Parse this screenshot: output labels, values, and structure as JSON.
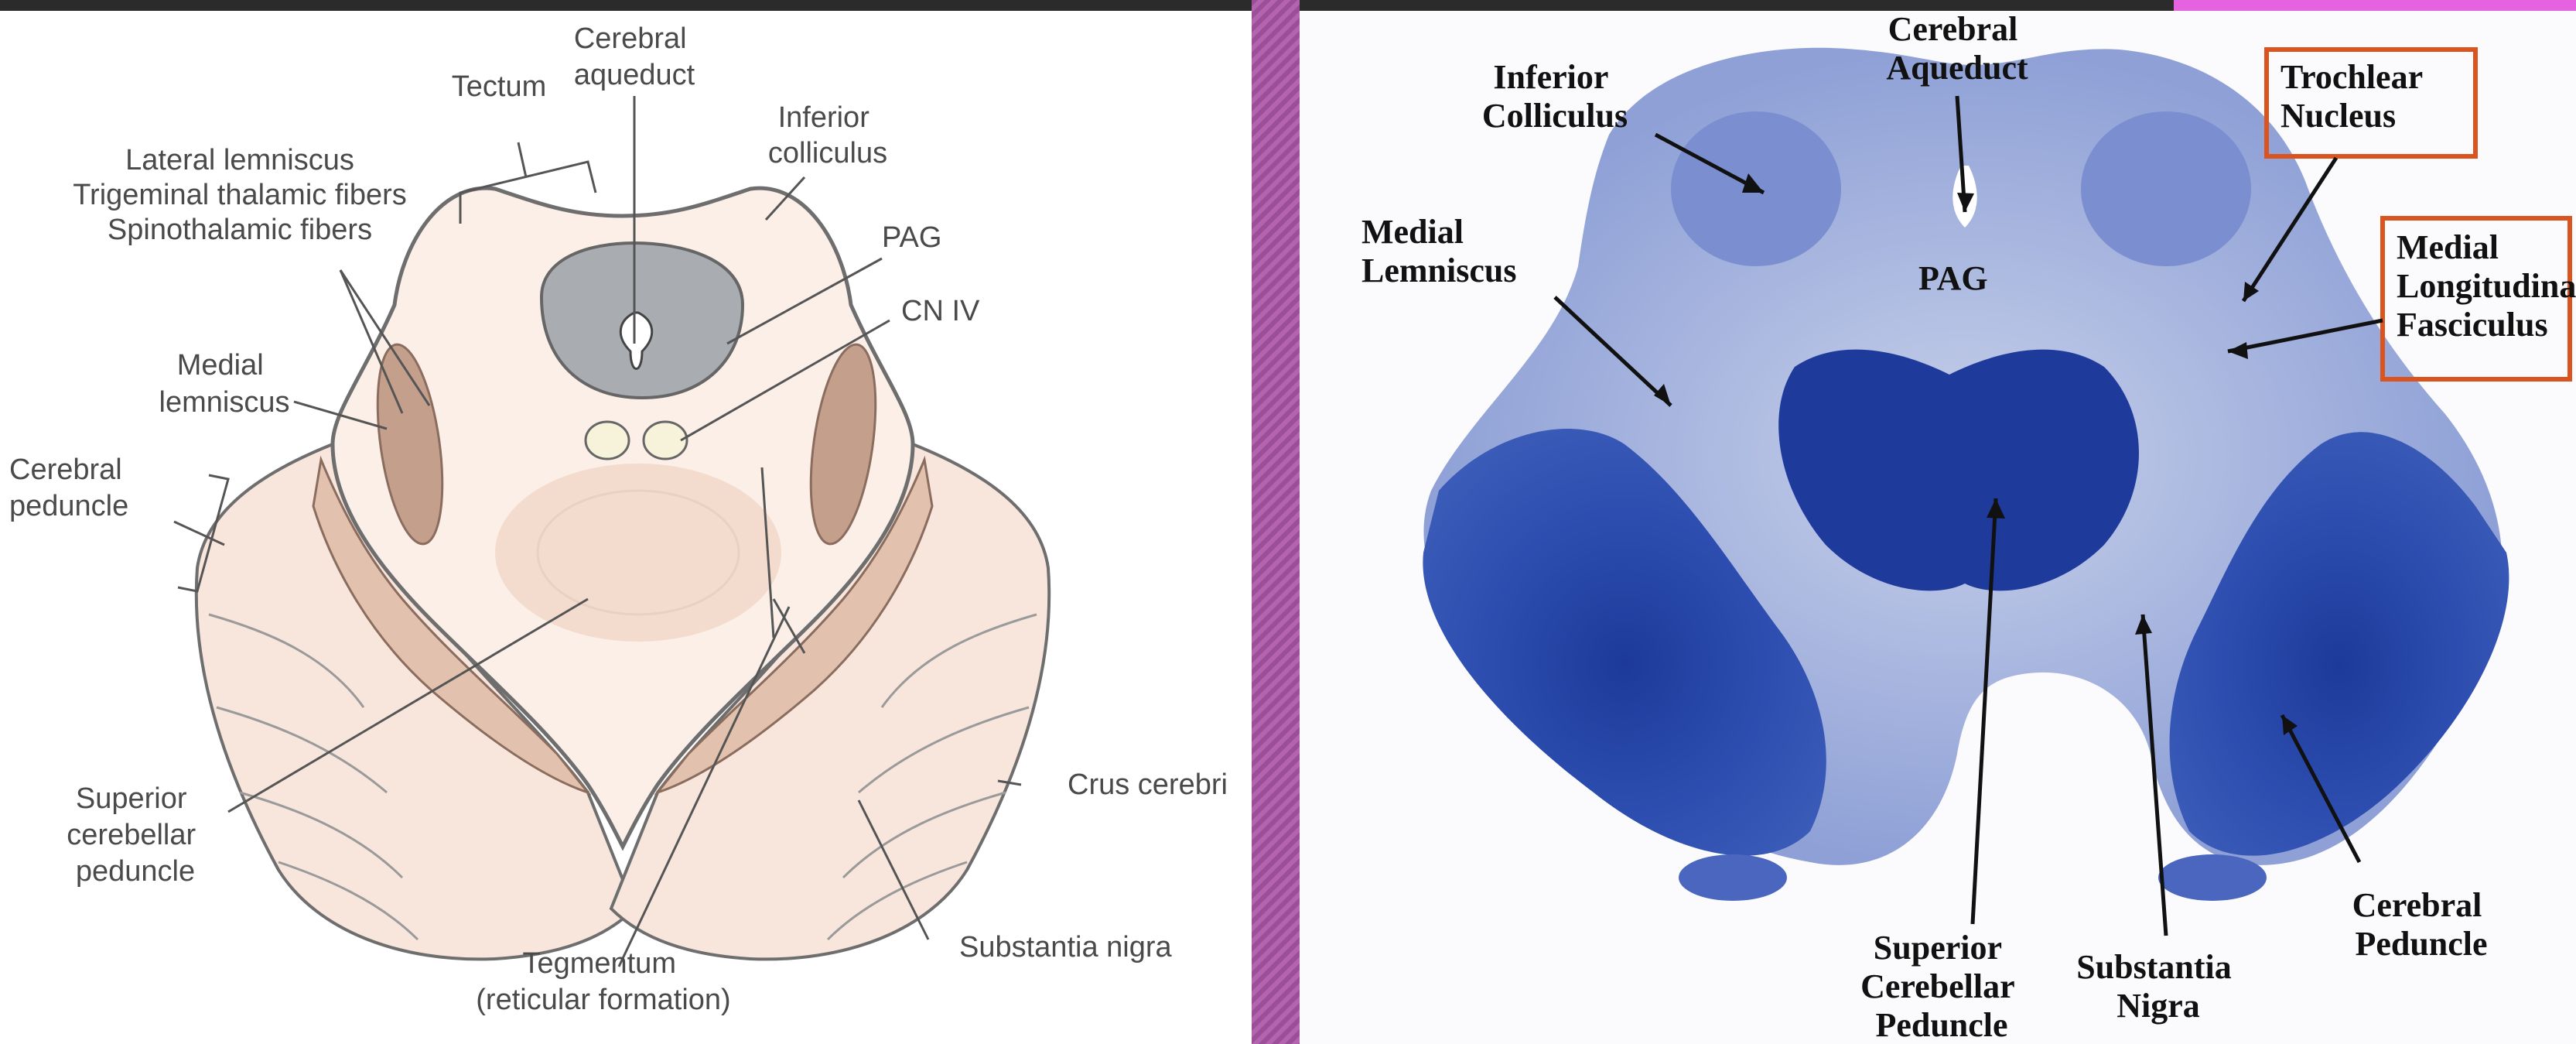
{
  "left_diagram": {
    "labels": {
      "cerebral_aqueduct": [
        "Cerebral",
        "aqueduct"
      ],
      "tectum": "Tectum",
      "inferior_colliculus": [
        "Inferior",
        "colliculus"
      ],
      "lateral_lemniscus": "Lateral lemniscus",
      "trigeminal": "Trigeminal thalamic fibers",
      "spinothalamic": "Spinothalamic fibers",
      "pag": "PAG",
      "cn_iv": "CN IV",
      "medial_lemniscus": [
        "Medial",
        "lemniscus"
      ],
      "cerebral_peduncle": [
        "Cerebral",
        "peduncle"
      ],
      "superior_cerebellar_peduncle": [
        "Superior",
        "cerebellar",
        "peduncle"
      ],
      "crus_cerebri": "Crus cerebri",
      "tegmentum": [
        "Tegmentum",
        "(reticular formation)"
      ],
      "substantia_nigra": "Substantia nigra"
    }
  },
  "right_image": {
    "labels": {
      "cerebral_aqueduct": [
        "Cerebral",
        "Aqueduct"
      ],
      "inferior_colliculus": [
        "Inferior",
        "Colliculus"
      ],
      "trochlear_nucleus": [
        "Trochlear",
        "Nucleus"
      ],
      "medial_lemniscus": [
        "Medial",
        "Lemniscus"
      ],
      "pag": "PAG",
      "mlf": [
        "Medial",
        "Longitudinal",
        "Fasciculus"
      ],
      "superior_cerebellar_peduncle": [
        "Superior",
        "Cerebellar",
        "Peduncle"
      ],
      "substantia_nigra": [
        "Substantia",
        "Nigra"
      ],
      "cerebral_peduncle": [
        "Cerebral",
        "Peduncle"
      ]
    },
    "highlight_color": "#d9541e",
    "stain_color": "#2a49a8"
  }
}
